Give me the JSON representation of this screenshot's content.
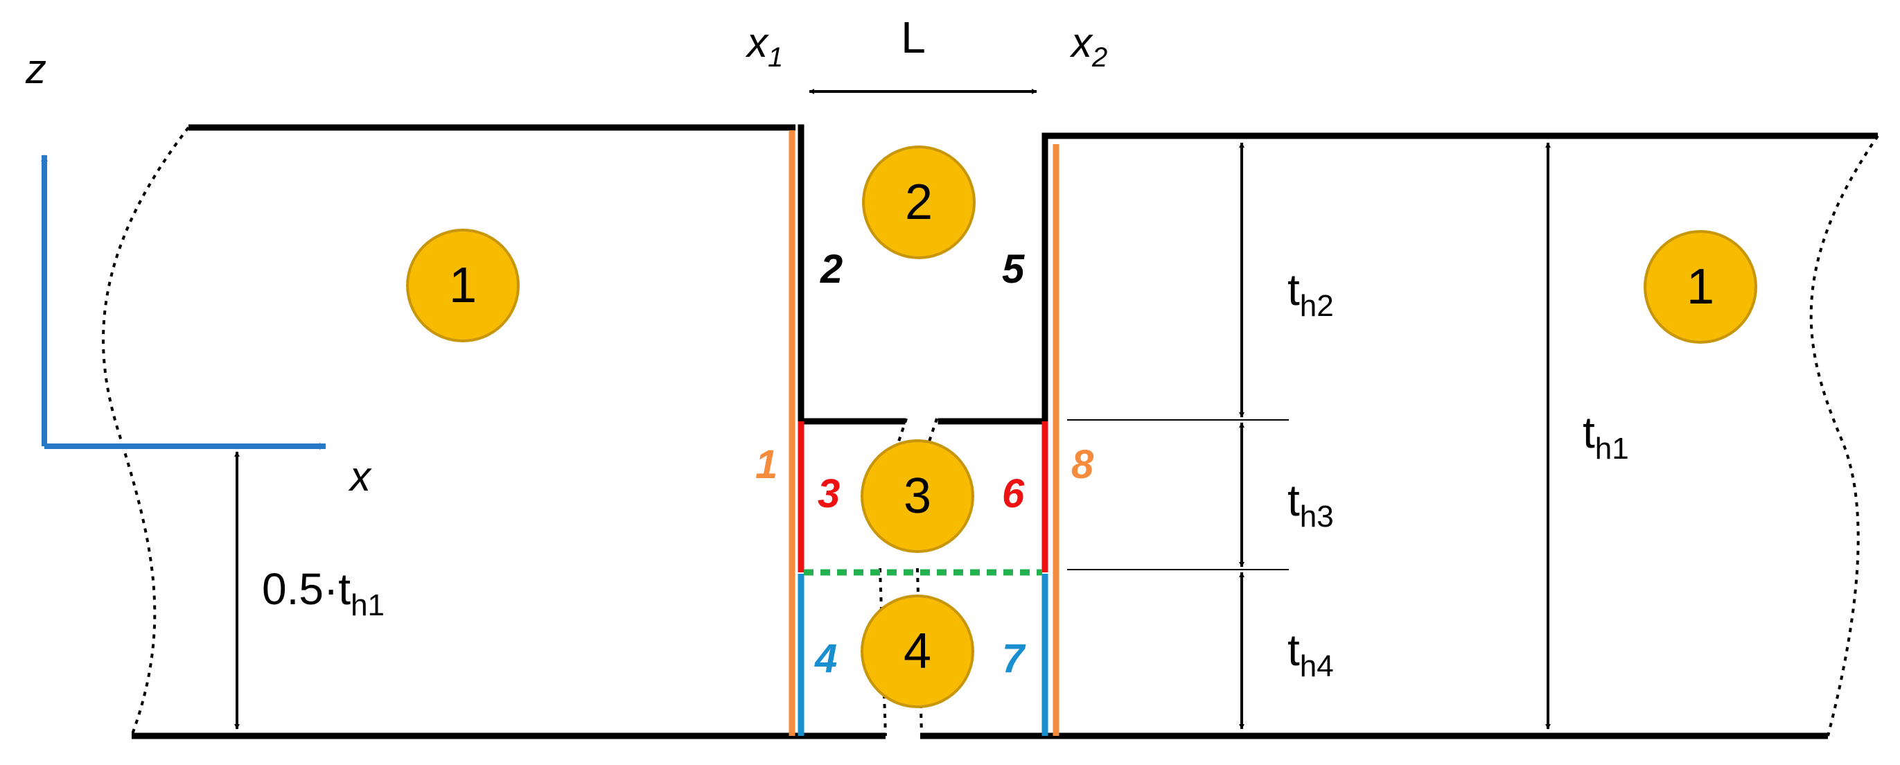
{
  "axes": {
    "z_label": "z",
    "x_label": "x"
  },
  "colors": {
    "black": "#000000",
    "axis_blue": "#2878C8",
    "orange": "#F58B3C",
    "red": "#EE1111",
    "blue": "#1A8FD0",
    "green": "#22B14C",
    "zone_fill": "#F7BB00",
    "zone_stroke": "#C8960A"
  },
  "top_labels": {
    "x1_main": "x",
    "x1_sub": "1",
    "x2_main": "x",
    "x2_sub": "2",
    "width": "L"
  },
  "zones": [
    {
      "id": "zone-1-left",
      "label": "1"
    },
    {
      "id": "zone-2",
      "label": "2"
    },
    {
      "id": "zone-3",
      "label": "3"
    },
    {
      "id": "zone-4",
      "label": "4"
    },
    {
      "id": "zone-1-right",
      "label": "1"
    }
  ],
  "boundaries": [
    {
      "label": "1",
      "color": "orange"
    },
    {
      "label": "2",
      "color": "black"
    },
    {
      "label": "3",
      "color": "red"
    },
    {
      "label": "4",
      "color": "blue"
    },
    {
      "label": "5",
      "color": "black"
    },
    {
      "label": "6",
      "color": "red"
    },
    {
      "label": "7",
      "color": "blue"
    },
    {
      "label": "8",
      "color": "orange"
    }
  ],
  "dimensions": {
    "half": {
      "prefix": "0.5",
      "dot": "·",
      "main": "t",
      "sub": "h1"
    },
    "th1": {
      "main": "t",
      "sub": "h1"
    },
    "th2": {
      "main": "t",
      "sub": "h2"
    },
    "th3": {
      "main": "t",
      "sub": "h3"
    },
    "th4": {
      "main": "t",
      "sub": "h4"
    }
  }
}
